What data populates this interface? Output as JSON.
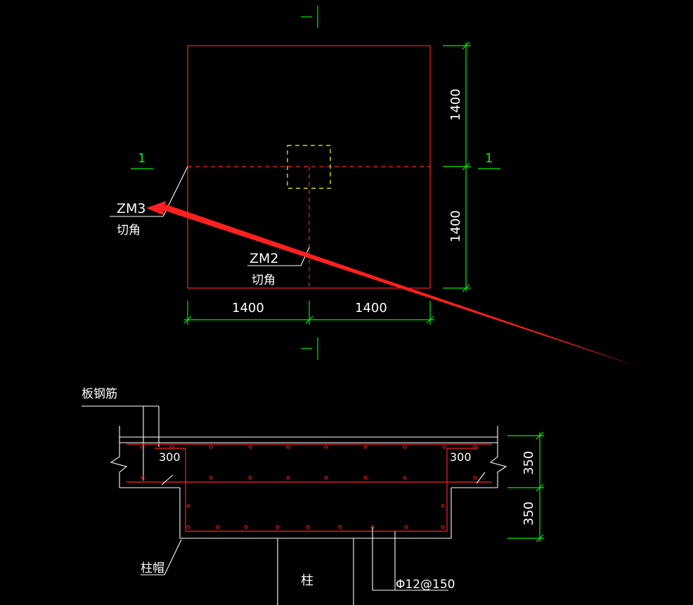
{
  "plan": {
    "dim_horizontal": [
      "1400",
      "1400"
    ],
    "dim_vertical": [
      "1400",
      "1400"
    ],
    "section_mark_left": "1",
    "section_mark_right": "1",
    "label_zm3": "ZM3",
    "label_zm3_sub": "切角",
    "label_zm2": "ZM2",
    "label_zm2_sub": "切角"
  },
  "section": {
    "label_slab_rebar": "板钢筋",
    "label_cap_left": "300",
    "label_cap_right": "300",
    "dim_upper": "350",
    "dim_lower": "350",
    "label_column_cap": "柱帽",
    "label_column": "柱",
    "label_rebar_spec": "Φ12@150"
  },
  "colors": {
    "outline": "#ff2020",
    "dimension": "#00ee00",
    "column": "#ffff00",
    "annotation": "#ffffff",
    "arrow": "#ff2020"
  }
}
